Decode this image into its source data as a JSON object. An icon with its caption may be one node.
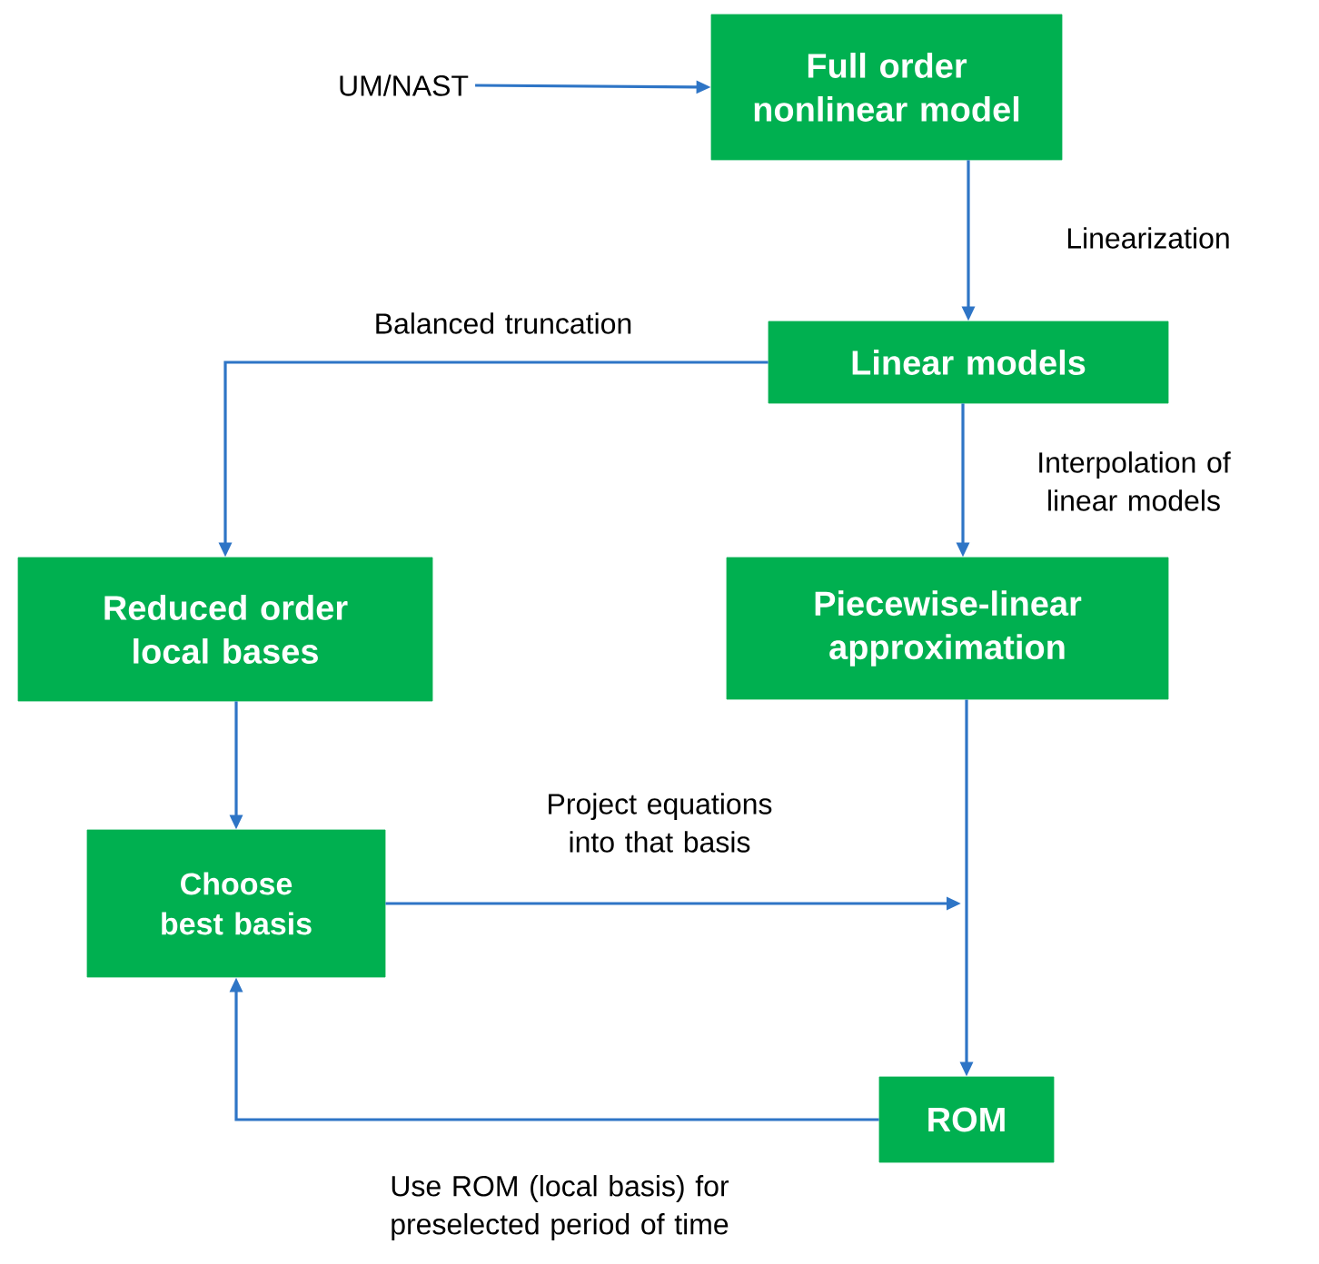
{
  "diagram": {
    "nodes": [
      {
        "text": [
          "UM/NAST"
        ]
      },
      {
        "text": [
          "Full order nonlinear model"
        ]
      },
      {
        "text": [
          "Linear models"
        ]
      },
      {
        "text": [
          "Reduced order local bases"
        ]
      },
      {
        "text": [
          "Piecewise-linear approximation"
        ]
      },
      {
        "text": [
          "Choose best basis"
        ]
      },
      {
        "text": [
          "ROM"
        ]
      }
    ],
    "edges": [
      {
        "from": 0,
        "to": 1,
        "arrow": "to"
      },
      {
        "from": 1,
        "to": 2,
        "arrow": "to",
        "label": "Linearization"
      },
      {
        "from": 2,
        "to": 3,
        "arrow": "to",
        "label": "Balanced truncation"
      },
      {
        "from": 2,
        "to": 4,
        "arrow": "to",
        "label": "Interpolation of linear models"
      },
      {
        "from": 3,
        "to": 5,
        "arrow": "to"
      },
      {
        "from": 4,
        "to": 6,
        "arrow": "to"
      },
      {
        "from": 5,
        "to": null,
        "arrow": "to",
        "label": "Project equations into that basis"
      },
      {
        "from": 6,
        "to": 5,
        "arrow": "to",
        "label": "Use ROM (local basis) for preselected period of time"
      }
    ]
  }
}
